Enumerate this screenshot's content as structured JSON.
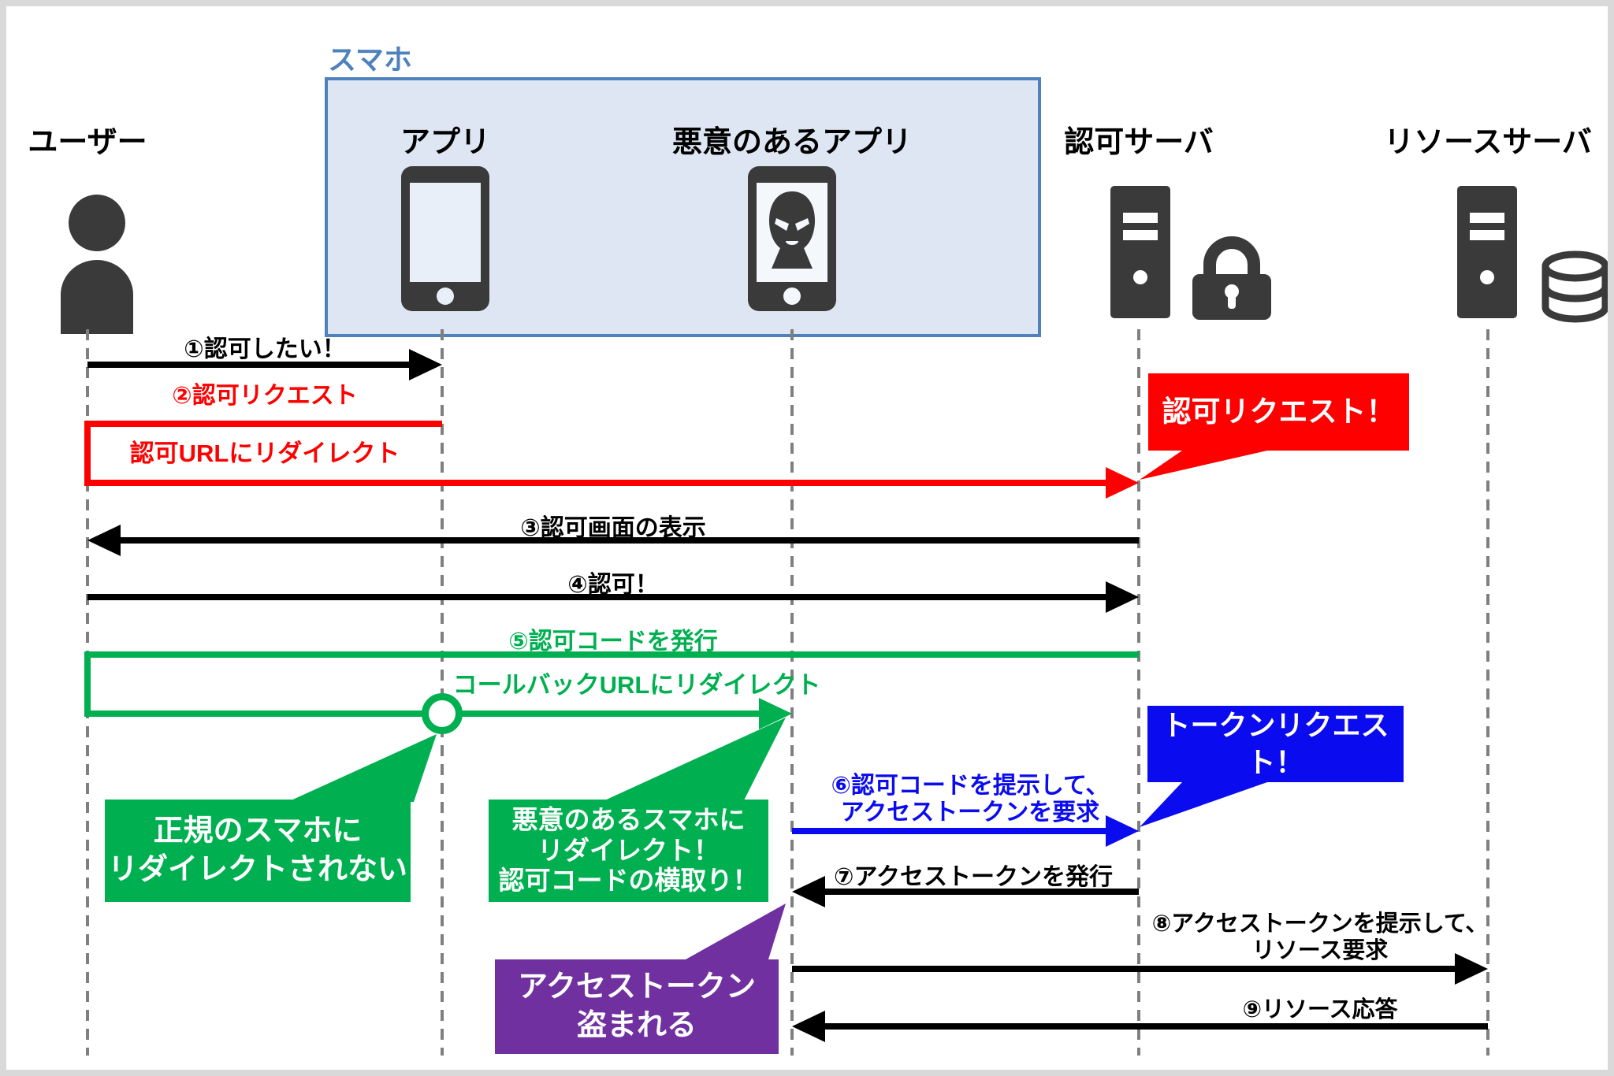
{
  "colors": {
    "red": "#fe0000",
    "green": "#00b050",
    "blue": "#0b0bf0",
    "purple": "#7030a0",
    "steel_blue": "#4f81bd",
    "smartphone_panel_fill": "#dde6f2",
    "icon_dark": "#3a3a3a",
    "lifeline_gray": "#7f7f7f",
    "frame_gray": "#d9d9d9"
  },
  "group": {
    "label": "スマホ"
  },
  "actors": {
    "user": {
      "label": "ユーザー",
      "icon": "person-icon"
    },
    "app": {
      "label": "アプリ",
      "icon": "smartphone-icon"
    },
    "malicious_app": {
      "label": "悪意のあるアプリ",
      "icon": "malicious-smartphone-icon"
    },
    "auth_server": {
      "label": "認可サーバ",
      "icon": "server-lock-icon"
    },
    "resource_server": {
      "label": "リソースサーバ",
      "icon": "server-database-icon"
    }
  },
  "messages": {
    "m1": {
      "label": "①認可したい！"
    },
    "m2": {
      "label": "②認可リクエスト",
      "note": "認可URLにリダイレクト"
    },
    "m3": {
      "label": "③認可画面の表示"
    },
    "m4": {
      "label": "④認可！"
    },
    "m5": {
      "label": "⑤認可コードを発行",
      "note": "コールバックURLにリダイレクト"
    },
    "m6": {
      "line1": "⑥認可コードを提示して、",
      "line2": "アクセストークンを要求"
    },
    "m7": {
      "label": "⑦アクセストークンを発行"
    },
    "m8": {
      "line1": "⑧アクセストークンを提示して、",
      "line2": "リソース要求"
    },
    "m9": {
      "label": "⑨リソース応答"
    }
  },
  "callouts": {
    "auth_request": {
      "label": "認可リクエスト！"
    },
    "token_request": {
      "label": "トークンリクエスト！"
    },
    "legit_phone": {
      "line1": "正規のスマホに",
      "line2": "リダイレクトされない"
    },
    "malicious_phone": {
      "line1": "悪意のあるスマホに",
      "line2": "リダイレクト！",
      "line3": "認可コードの横取り！"
    },
    "token_stolen": {
      "line1": "アクセストークン",
      "line2": "盗まれる"
    }
  }
}
